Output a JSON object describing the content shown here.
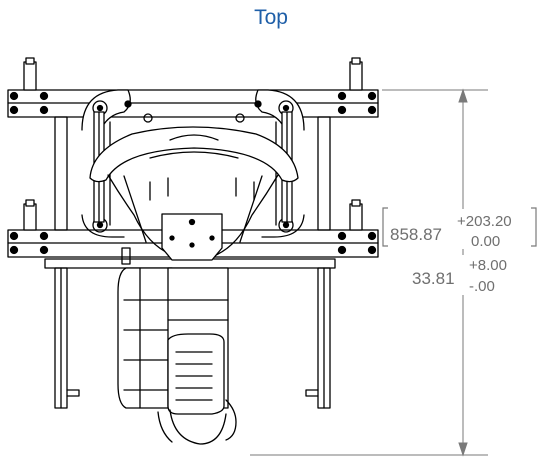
{
  "view": {
    "title": "Top"
  },
  "dimensions": {
    "ref_value": "858.87",
    "ref_tol_upper": "+203.20",
    "ref_tol_lower": "0.00",
    "value": "33.81",
    "tol_upper": "+8.00",
    "tol_lower": "-.00"
  },
  "colors": {
    "title": "#1f5fa8",
    "line": "#000000",
    "dimension_text": "#6f6f6f"
  }
}
